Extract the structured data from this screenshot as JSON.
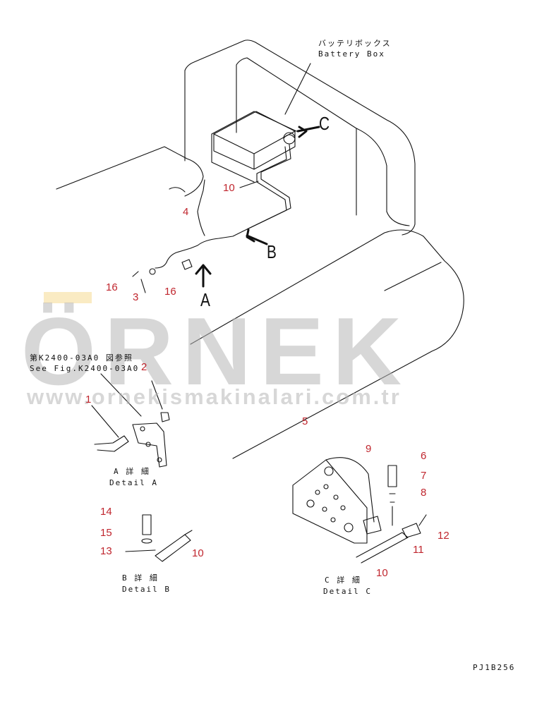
{
  "labels": {
    "battery_box_jp": "バッテリボックス",
    "battery_box_en": "Battery Box",
    "see_fig_jp": "第K2400-03A0 図参照",
    "see_fig_en": "See Fig.K2400-03A0",
    "detail_a_jp": "A 詳 細",
    "detail_a_en": "Detail A",
    "detail_b_jp": "B 詳 細",
    "detail_b_en": "Detail B",
    "detail_c_jp": "C 詳 細",
    "detail_c_en": "Detail C",
    "drawing_code": "PJ1B256"
  },
  "view_letters": {
    "a": "A",
    "b": "B",
    "c": "C"
  },
  "part_numbers": {
    "p1": "1",
    "p2": "2",
    "p3": "3",
    "p4": "4",
    "p5": "5",
    "p6": "6",
    "p7": "7",
    "p8": "8",
    "p9": "9",
    "p10_main": "10",
    "p10_b": "10",
    "p10_c": "10",
    "p11": "11",
    "p12": "12",
    "p13": "13",
    "p14": "14",
    "p15": "15",
    "p16_left": "16",
    "p16_right": "16"
  },
  "watermark": {
    "brand": "ÖRNEK",
    "url": "www.ornekismakinalari.com.tr",
    "accent_color": "#f3d27a"
  },
  "colors": {
    "line": "#111111",
    "callout": "#c0262e"
  }
}
